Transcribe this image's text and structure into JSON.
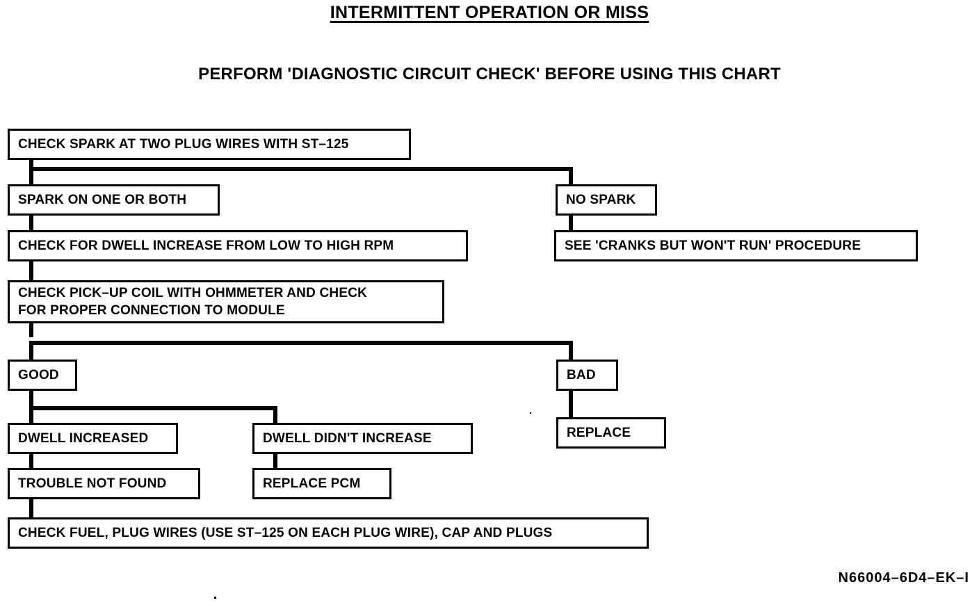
{
  "document": {
    "title": "INTERMITTENT OPERATION OR MISS",
    "subtitle": "PERFORM 'DIAGNOSTIC CIRCUIT CHECK' BEFORE USING THIS CHART",
    "footer_code": "N66004–6D4–EK–I",
    "ink_color": "#000000",
    "background_color": "#ffffff"
  },
  "chart_data": {
    "type": "diagram",
    "diagram_kind": "troubleshooting-flowchart",
    "nodes": [
      {
        "id": "check-spark",
        "label": "CHECK SPARK AT TWO PLUG WIRES WITH ST–125"
      },
      {
        "id": "spark-on-one-or-both",
        "label": "SPARK ON ONE OR BOTH"
      },
      {
        "id": "no-spark",
        "label": "NO SPARK"
      },
      {
        "id": "check-dwell-increase",
        "label": "CHECK FOR DWELL INCREASE FROM LOW TO HIGH RPM"
      },
      {
        "id": "cranks-but-wont-run",
        "label": "SEE 'CRANKS BUT WON'T RUN' PROCEDURE"
      },
      {
        "id": "check-pickup-coil",
        "label": "CHECK PICK–UP COIL WITH OHMMETER AND CHECK\nFOR PROPER CONNECTION TO MODULE"
      },
      {
        "id": "good",
        "label": "GOOD"
      },
      {
        "id": "bad",
        "label": "BAD"
      },
      {
        "id": "dwell-increased",
        "label": "DWELL INCREASED"
      },
      {
        "id": "dwell-didnt-increase",
        "label": "DWELL DIDN'T INCREASE"
      },
      {
        "id": "replace",
        "label": "REPLACE"
      },
      {
        "id": "trouble-not-found",
        "label": "TROUBLE NOT FOUND"
      },
      {
        "id": "replace-pcm",
        "label": "REPLACE PCM"
      },
      {
        "id": "check-fuel-plug-wires",
        "label": "CHECK FUEL, PLUG WIRES (USE ST–125 ON EACH PLUG WIRE), CAP AND PLUGS"
      }
    ],
    "edges": [
      {
        "from": "check-spark",
        "to": "spark-on-one-or-both"
      },
      {
        "from": "check-spark",
        "to": "no-spark"
      },
      {
        "from": "spark-on-one-or-both",
        "to": "check-dwell-increase"
      },
      {
        "from": "no-spark",
        "to": "cranks-but-wont-run"
      },
      {
        "from": "check-dwell-increase",
        "to": "check-pickup-coil"
      },
      {
        "from": "check-pickup-coil",
        "to": "good"
      },
      {
        "from": "check-pickup-coil",
        "to": "bad"
      },
      {
        "from": "good",
        "to": "dwell-increased"
      },
      {
        "from": "good",
        "to": "dwell-didnt-increase"
      },
      {
        "from": "bad",
        "to": "replace"
      },
      {
        "from": "dwell-increased",
        "to": "trouble-not-found"
      },
      {
        "from": "dwell-didnt-increase",
        "to": "replace-pcm"
      },
      {
        "from": "trouble-not-found",
        "to": "check-fuel-plug-wires"
      }
    ]
  }
}
